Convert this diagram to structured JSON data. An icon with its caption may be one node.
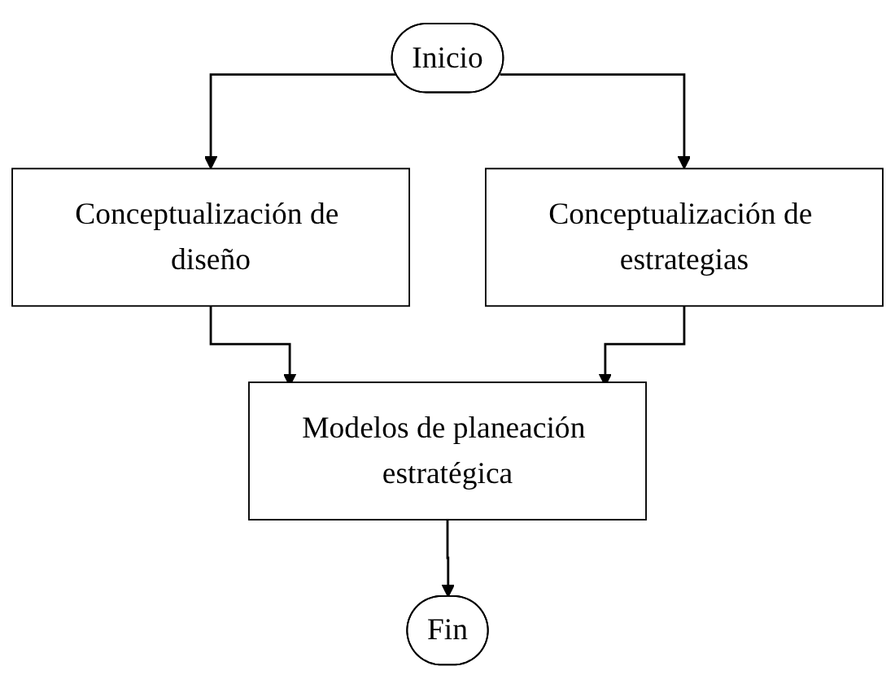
{
  "diagram": {
    "nodes": [
      {
        "text": [
          "Inicio"
        ]
      },
      {
        "text": [
          "Conceptualización de diseño"
        ]
      },
      {
        "text": [
          "Conceptualización de estrategias"
        ]
      },
      {
        "text": [
          "Modelos de planeación estratégica"
        ]
      },
      {
        "text": [
          "Fin"
        ]
      }
    ],
    "edges": [
      {
        "from": 0,
        "to": 1,
        "arrow": "to"
      },
      {
        "from": 0,
        "to": 2,
        "arrow": "to"
      },
      {
        "from": 1,
        "to": 3,
        "arrow": "to"
      },
      {
        "from": 2,
        "to": 3,
        "arrow": "to"
      },
      {
        "from": 3,
        "to": 4,
        "arrow": "to"
      }
    ]
  }
}
